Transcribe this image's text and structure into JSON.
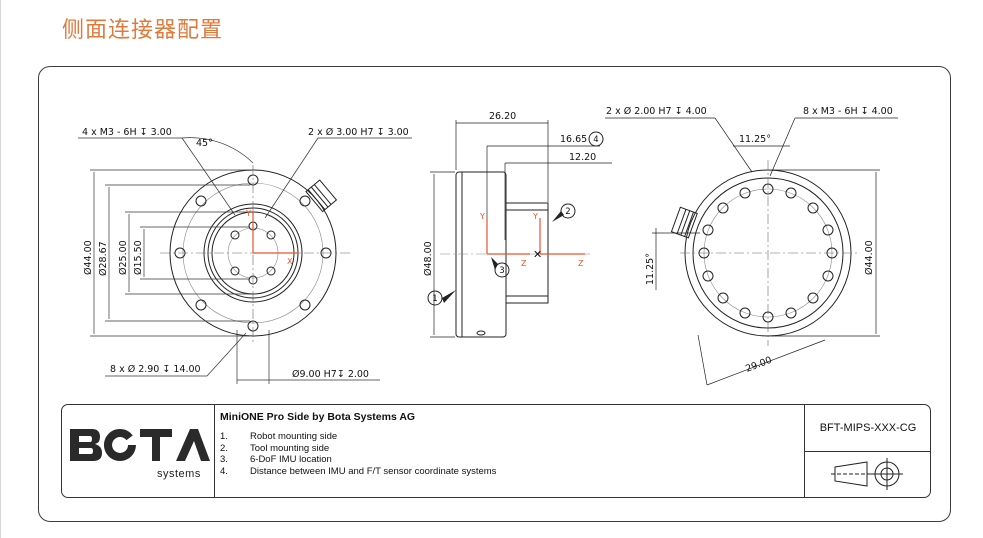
{
  "page": {
    "title": "侧面连接器配置"
  },
  "left_view": {
    "callout_holes_m3": "4 x M3 - 6H ↧ 3.00",
    "angle_label": "45°",
    "callout_dowel_3": "2 x Ø 3.00 H7 ↧ 3.00",
    "dim_44": "Ø44.00",
    "dim_28_67": "Ø28.67",
    "dim_25": "Ø25.00",
    "dim_15_5": "Ø15.50",
    "callout_holes_2_9": "8 x Ø 2.90 ↧ 14.00",
    "callout_dowel_9": "Ø9.00 H7↧ 2.00",
    "axis_y": "Y",
    "axis_x": "X"
  },
  "middle_view": {
    "dim_26_20": "26.20",
    "dim_16_65": "16.65",
    "balloon_4": "4",
    "dim_12_20": "12.20",
    "dim_48": "Ø48.00",
    "balloon_1": "1",
    "balloon_2": "2",
    "balloon_3": "3",
    "axis_y1": "Y",
    "axis_y2": "Y",
    "axis_z1": "Z",
    "axis_z2": "Z"
  },
  "right_view": {
    "callout_dowel_2": "2 x Ø 2.00 H7 ↧ 4.00",
    "callout_holes_m3": "8 x M3 - 6H ↧ 4.00",
    "angle_top": "11.25°",
    "angle_side": "11.25°",
    "dim_44": "Ø44.00",
    "dim_29": "29.00"
  },
  "title_block": {
    "title": "MiniONE Pro Side by Bota Systems AG",
    "items": [
      {
        "num": "1.",
        "text": "Robot mounting side"
      },
      {
        "num": "2.",
        "text": "Tool mounting side"
      },
      {
        "num": "3.",
        "text": "6-DoF IMU location"
      },
      {
        "num": "4.",
        "text": "Distance between IMU and F/T sensor coordinate systems"
      }
    ],
    "part_number": "BFT-MIPS-XXX-CG",
    "logo_subtext": "systems",
    "logo_lettering": "BOTA"
  },
  "colors": {
    "title": "#e07a3c",
    "axis": "#e8542a",
    "line": "#222222"
  }
}
